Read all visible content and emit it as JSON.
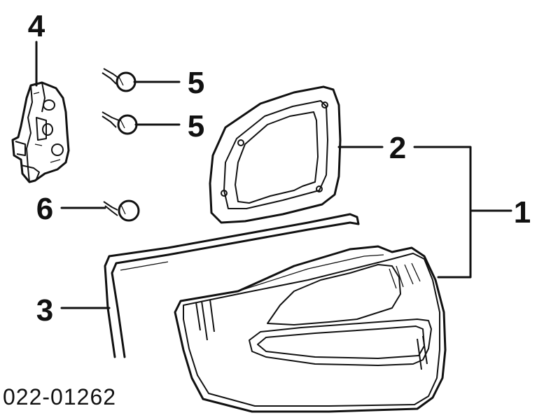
{
  "diagram": {
    "callouts": {
      "c1": "1",
      "c2": "2",
      "c3": "3",
      "c4": "4",
      "c5a": "5",
      "c5b": "5",
      "c6": "6"
    },
    "part_number": "022-01262"
  }
}
